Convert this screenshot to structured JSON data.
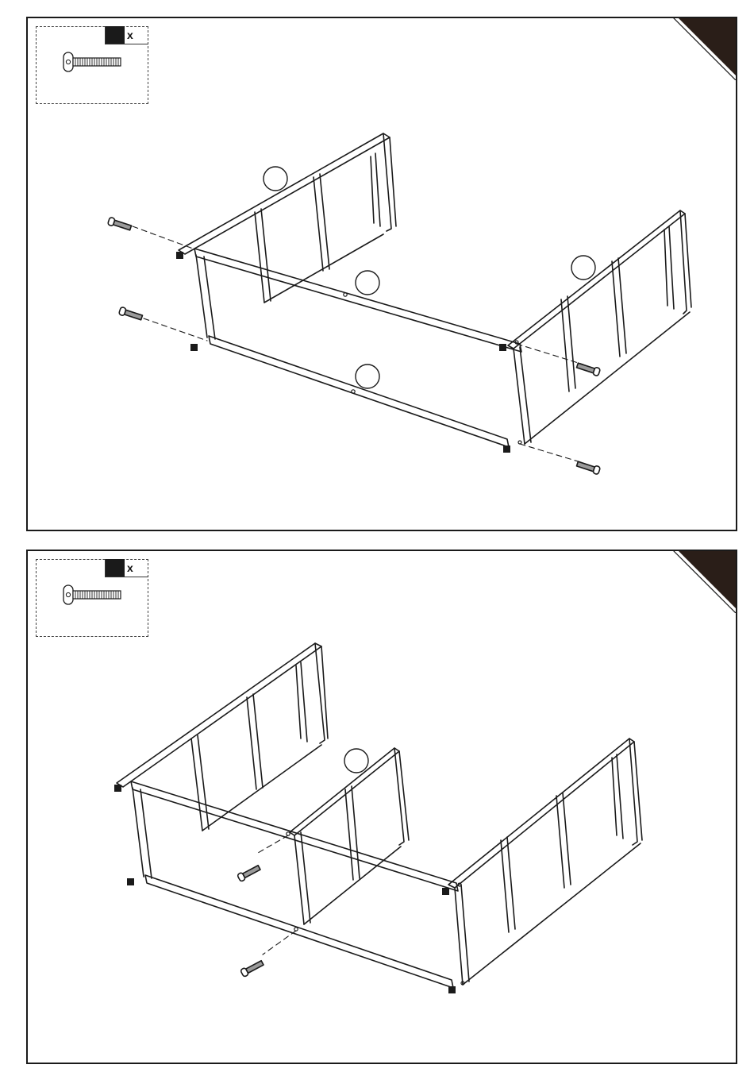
{
  "panels": [
    {
      "id": "step-1",
      "hardware": {
        "qty_label": "x",
        "swatch_color": "#1a1a1a"
      }
    },
    {
      "id": "step-2",
      "hardware": {
        "qty_label": "x",
        "swatch_color": "#1a1a1a"
      }
    }
  ],
  "colors": {
    "line": "#1a1a1a",
    "bolt": "#808080",
    "corner": "#2a1e18"
  },
  "icons": [
    "bolt-icon",
    "callout-circle",
    "corner-tab"
  ]
}
